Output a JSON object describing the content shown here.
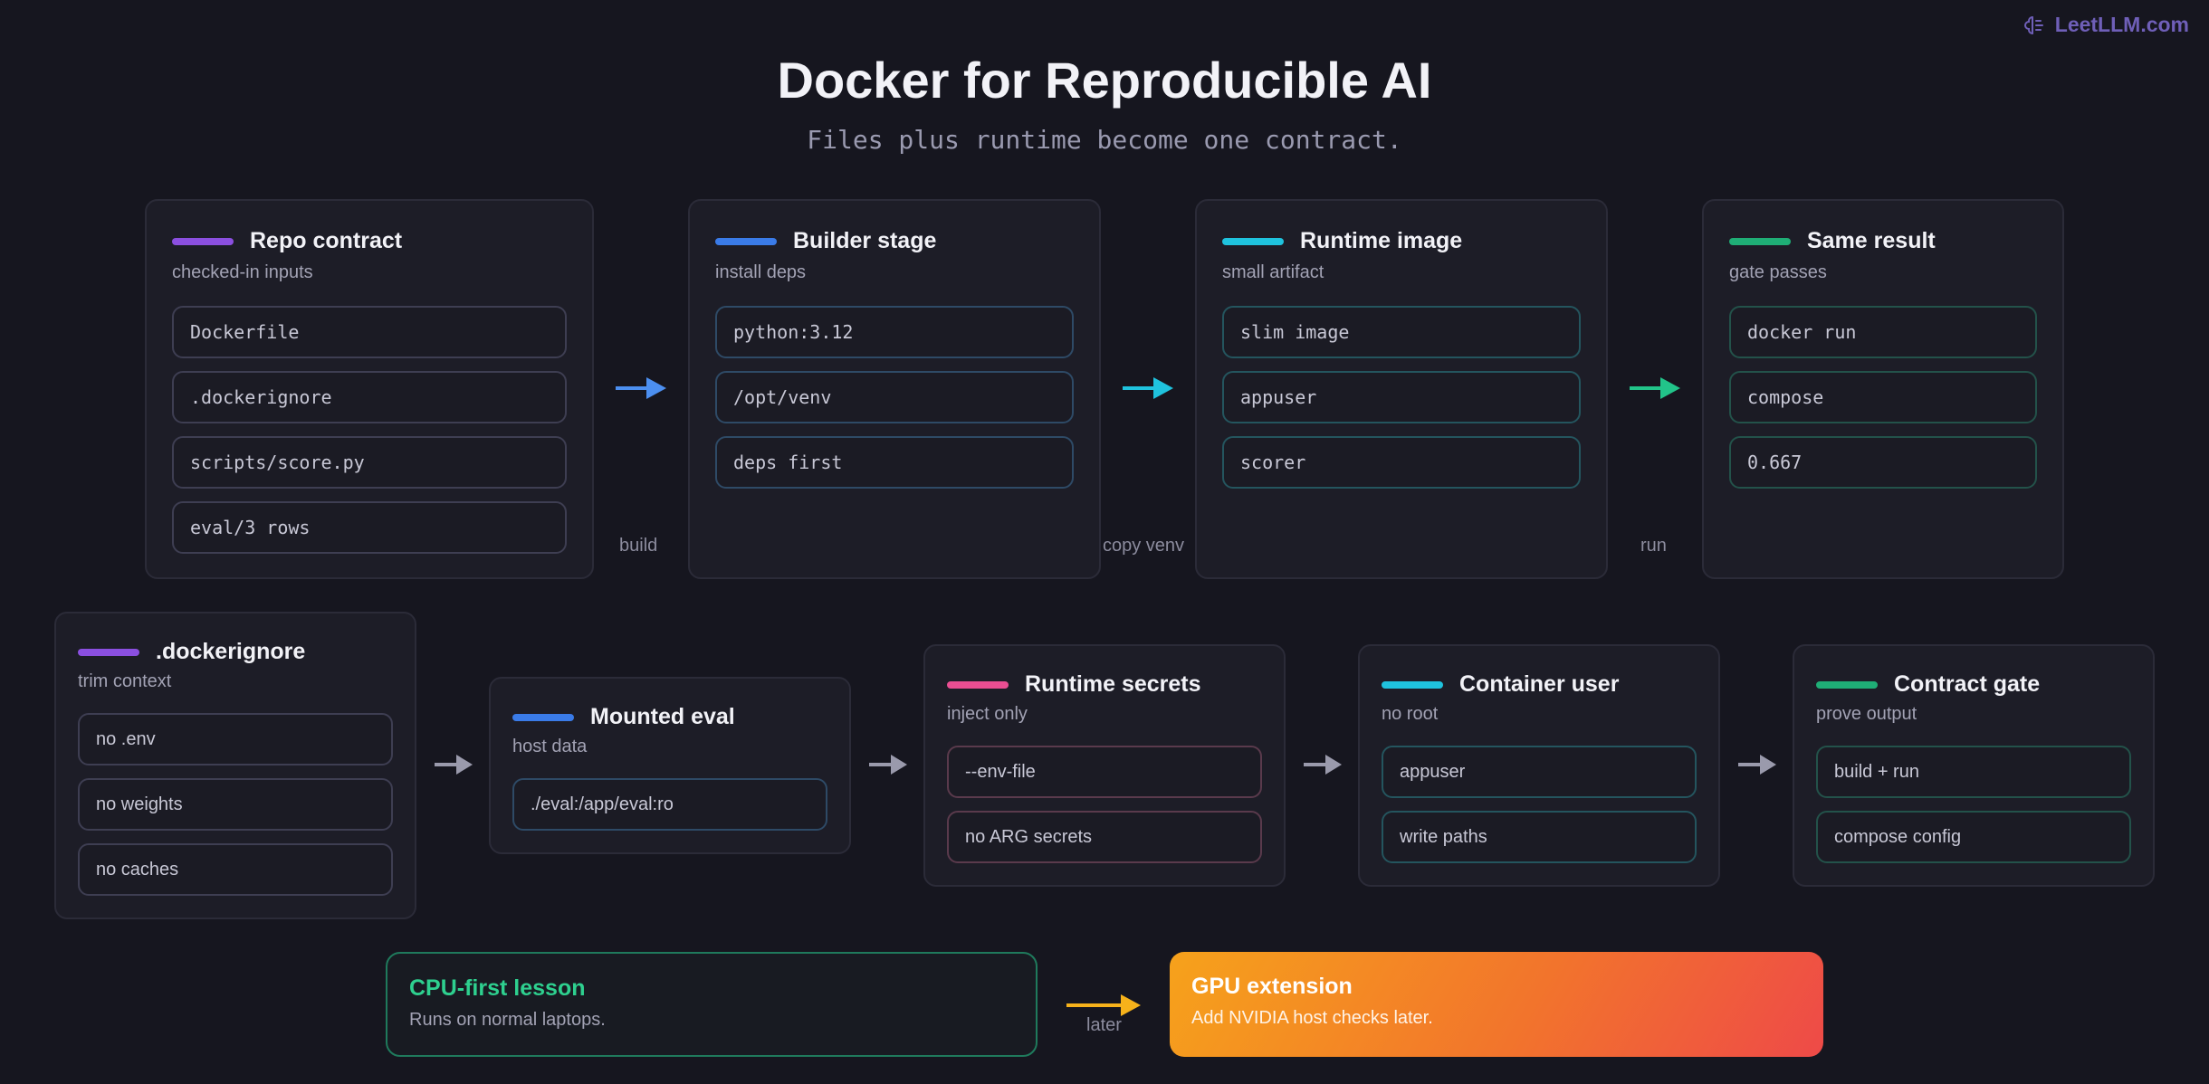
{
  "brand": "LeetLLM.com",
  "title": "Docker for Reproducible AI",
  "subtitle": "Files plus runtime become one contract.",
  "colors": {
    "purple": "#8b4fe0",
    "blue": "#3a7be8",
    "cyan": "#1fc3de",
    "green": "#1fae76",
    "pink": "#ea4e92",
    "orange": "#f6a21b",
    "red": "#ee4a48"
  },
  "row1": [
    {
      "title": "Repo contract",
      "subtitle": "checked-in inputs",
      "items": [
        "Dockerfile",
        ".dockerignore",
        "scripts/score.py",
        "eval/3 rows"
      ]
    },
    {
      "title": "Builder stage",
      "subtitle": "install deps",
      "items": [
        "python:3.12",
        "/opt/venv",
        "deps first"
      ]
    },
    {
      "title": "Runtime image",
      "subtitle": "small artifact",
      "items": [
        "slim image",
        "appuser",
        "scorer"
      ]
    },
    {
      "title": "Same result",
      "subtitle": "gate passes",
      "items": [
        "docker run",
        "compose",
        "0.667"
      ]
    }
  ],
  "row1_arrows": [
    "build",
    "copy venv",
    "run"
  ],
  "row2": [
    {
      "title": ".dockerignore",
      "subtitle": "trim context",
      "items": [
        "no .env",
        "no weights",
        "no caches"
      ]
    },
    {
      "title": "Mounted eval",
      "subtitle": "host data",
      "items": [
        "./eval:/app/eval:ro"
      ]
    },
    {
      "title": "Runtime secrets",
      "subtitle": "inject only",
      "items": [
        "--env-file",
        "no ARG secrets"
      ]
    },
    {
      "title": "Container user",
      "subtitle": "no root",
      "items": [
        "appuser",
        "write paths"
      ]
    },
    {
      "title": "Contract gate",
      "subtitle": "prove output",
      "items": [
        "build + run",
        "compose config"
      ]
    }
  ],
  "row3": {
    "cpu": {
      "title": "CPU-first lesson",
      "subtitle": "Runs on normal laptops."
    },
    "arrow_label": "later",
    "gpu": {
      "title": "GPU extension",
      "subtitle": "Add NVIDIA host checks later."
    }
  }
}
